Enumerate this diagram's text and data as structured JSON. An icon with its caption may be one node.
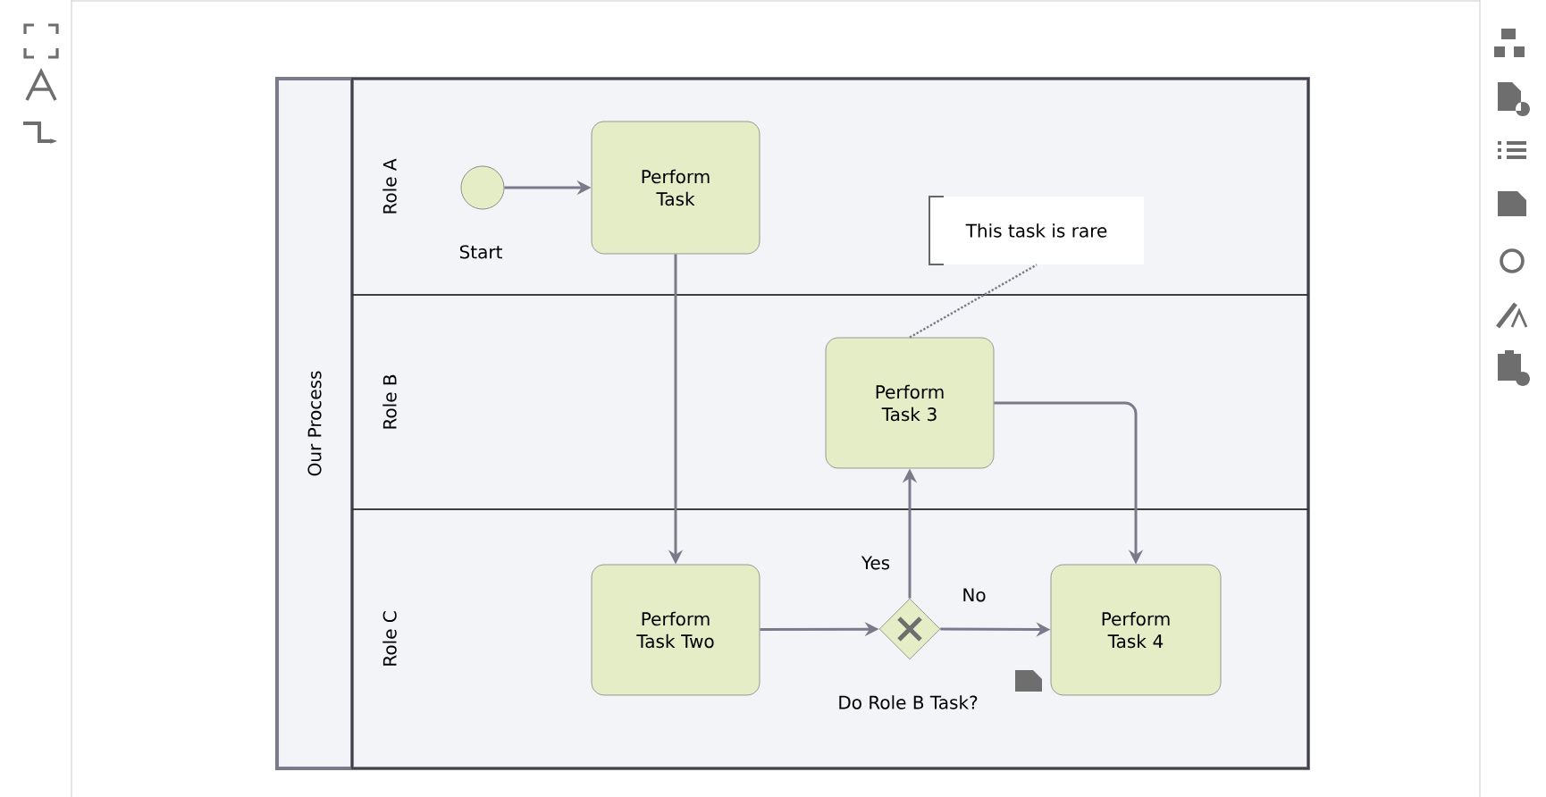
{
  "diagram": {
    "nodes": [
      {
        "text": [
          "Our Process"
        ]
      },
      {
        "text": [
          "Role A"
        ],
        "in": 0
      },
      {
        "text": [
          "Role B"
        ],
        "in": 0
      },
      {
        "text": [
          "Role C"
        ],
        "in": 0
      },
      {
        "text": [],
        "shape": "circle",
        "beside": [
          "Start"
        ],
        "in": 1
      },
      {
        "text": [
          "Perform Task"
        ],
        "in": 1
      },
      {
        "text": [
          "This task is rare"
        ],
        "in": 1
      },
      {
        "text": [
          "Perform Task 3"
        ],
        "in": 2
      },
      {
        "text": [
          "Perform Task Two"
        ],
        "in": 3
      },
      {
        "text": [],
        "shape": "diamond",
        "beside": [
          "Do Role B Task?"
        ],
        "in": 3
      },
      {
        "text": [
          "Perform Task 4"
        ],
        "in": 3
      }
    ],
    "edges": [
      {
        "from": 4,
        "to": 5,
        "arrow": "to"
      },
      {
        "from": 5,
        "to": 8,
        "arrow": "to"
      },
      {
        "from": 8,
        "to": 9,
        "arrow": "to"
      },
      {
        "from": 9,
        "to": 7,
        "arrow": "to",
        "label": "Yes"
      },
      {
        "from": 9,
        "to": 10,
        "arrow": "to",
        "label": "No"
      },
      {
        "from": 7,
        "to": 10,
        "arrow": "to"
      },
      {
        "from": 7,
        "to": 6,
        "arrow": "none",
        "style": "dashed"
      }
    ]
  }
}
